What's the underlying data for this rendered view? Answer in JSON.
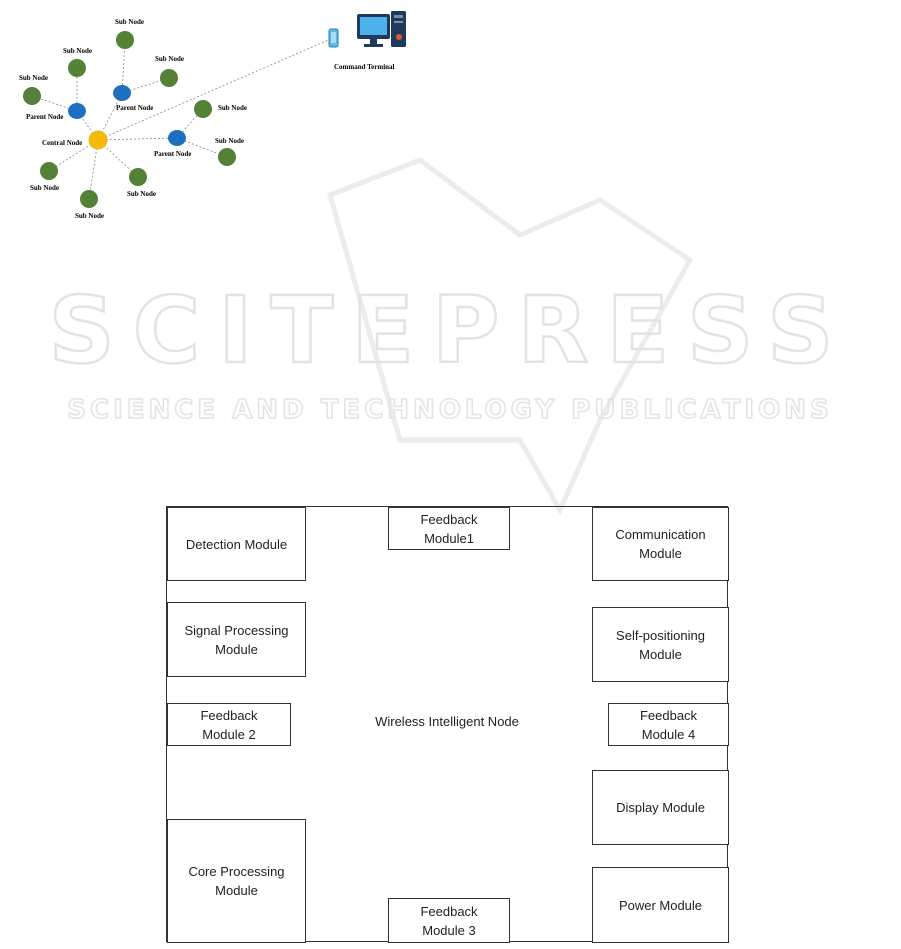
{
  "network": {
    "sub_node_label": "Sub Node",
    "parent_node_label": "Parent Node",
    "central_node_label": "Central Node",
    "command_terminal_label": "Command Terminal",
    "colors": {
      "sub": "#538135",
      "parent": "#1f6fc0",
      "central": "#f5b90a",
      "line": "#888888"
    },
    "icons": [
      "mobile-device-icon",
      "desktop-computer-icon"
    ]
  },
  "watermark": {
    "big": "SCITEPRESS",
    "small": "SCIENCE AND TECHNOLOGY PUBLICATIONS"
  },
  "modules": {
    "container_label": "Wireless Intelligent Node",
    "detection": "Detection Module",
    "feedback1": "Feedback\nModule1",
    "communication": "Communication\nModule",
    "signal_processing": "Signal Processing\nModule",
    "self_positioning": "Self-positioning\nModule",
    "feedback2": "Feedback\nModule 2",
    "feedback4": "Feedback\nModule 4",
    "display": "Display Module",
    "core_processing": "Core Processing\nModule",
    "feedback3": "Feedback\nModule 3",
    "power": "Power Module"
  }
}
